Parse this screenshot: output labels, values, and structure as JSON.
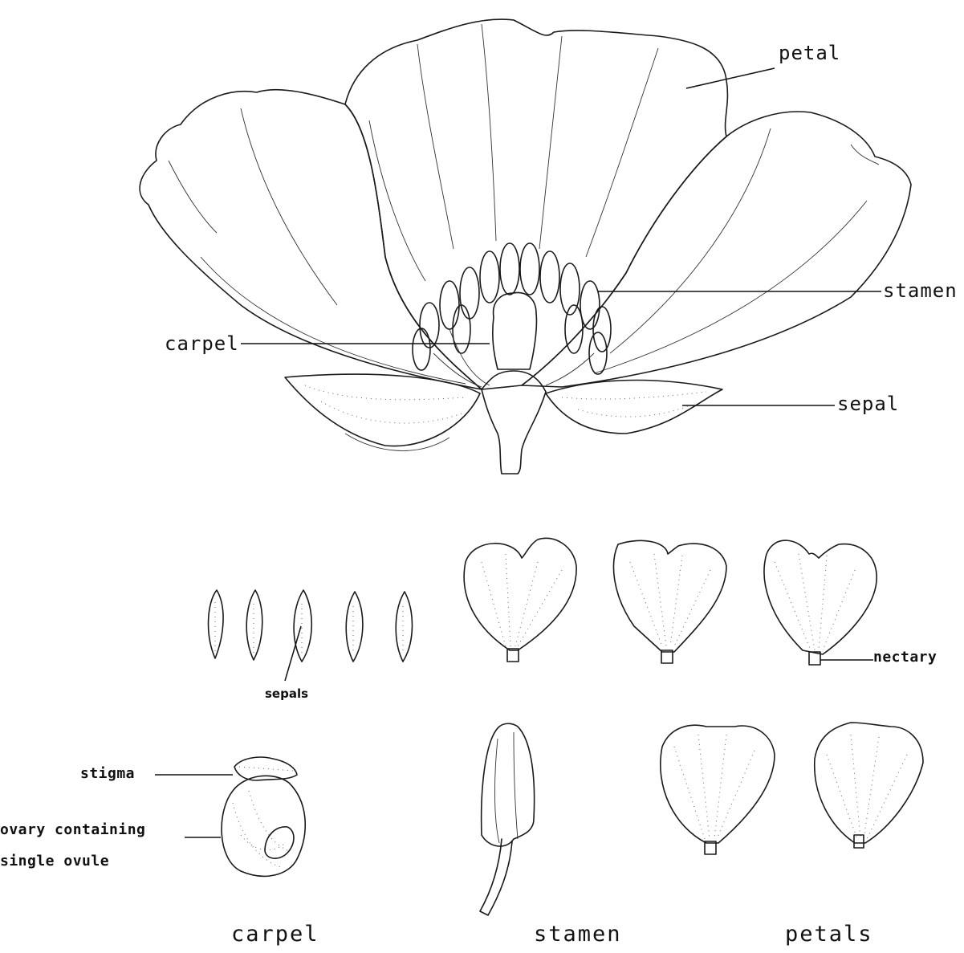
{
  "labels": {
    "petal": "petal",
    "stamen": "stamen",
    "carpel": "carpel",
    "sepal": "sepal",
    "sepals": "sepals",
    "nectary": "nectary",
    "stigma": "stigma",
    "ovary_line1": "ovary containing",
    "ovary_line2": "single ovule"
  },
  "captions": {
    "carpel": "carpel",
    "stamen": "stamen",
    "petals": "petals"
  },
  "colors": {
    "ink": "#1a1a1a",
    "background": "#ffffff"
  }
}
